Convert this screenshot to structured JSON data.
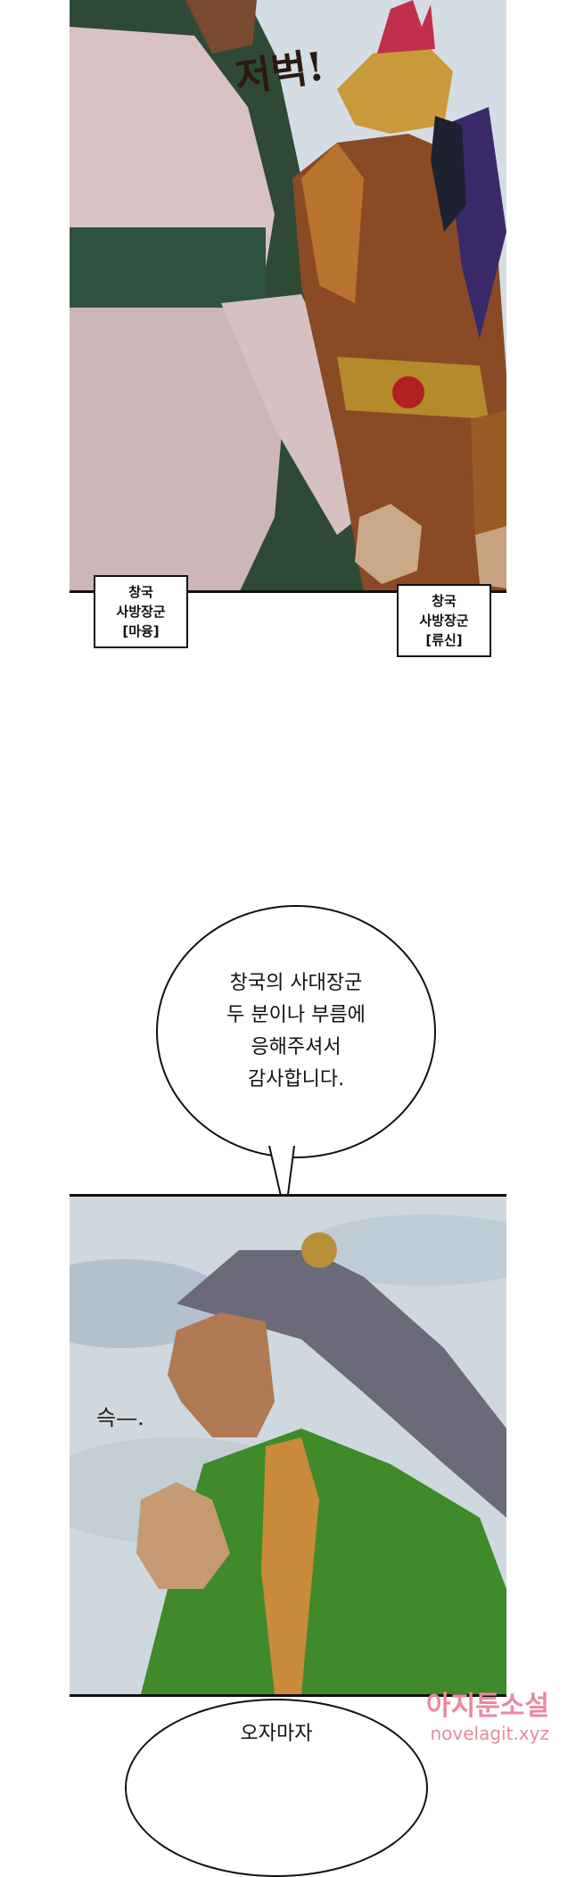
{
  "panel1": {
    "sfx": "저벅!",
    "captions": [
      {
        "line1": "창국",
        "line2": "사방장군",
        "line3": "[마융]"
      },
      {
        "line1": "창국",
        "line2": "사방장군",
        "line3": "[류신]"
      }
    ]
  },
  "speech1": {
    "text": "창국의 사대장군\n두 분이나 부름에\n응해주셔서\n감사합니다."
  },
  "panel2": {
    "sfx": "슥—."
  },
  "speech2": {
    "text": "오자마자"
  },
  "watermark": {
    "brand": "아지툰소설",
    "url": "novelagit.xyz"
  }
}
